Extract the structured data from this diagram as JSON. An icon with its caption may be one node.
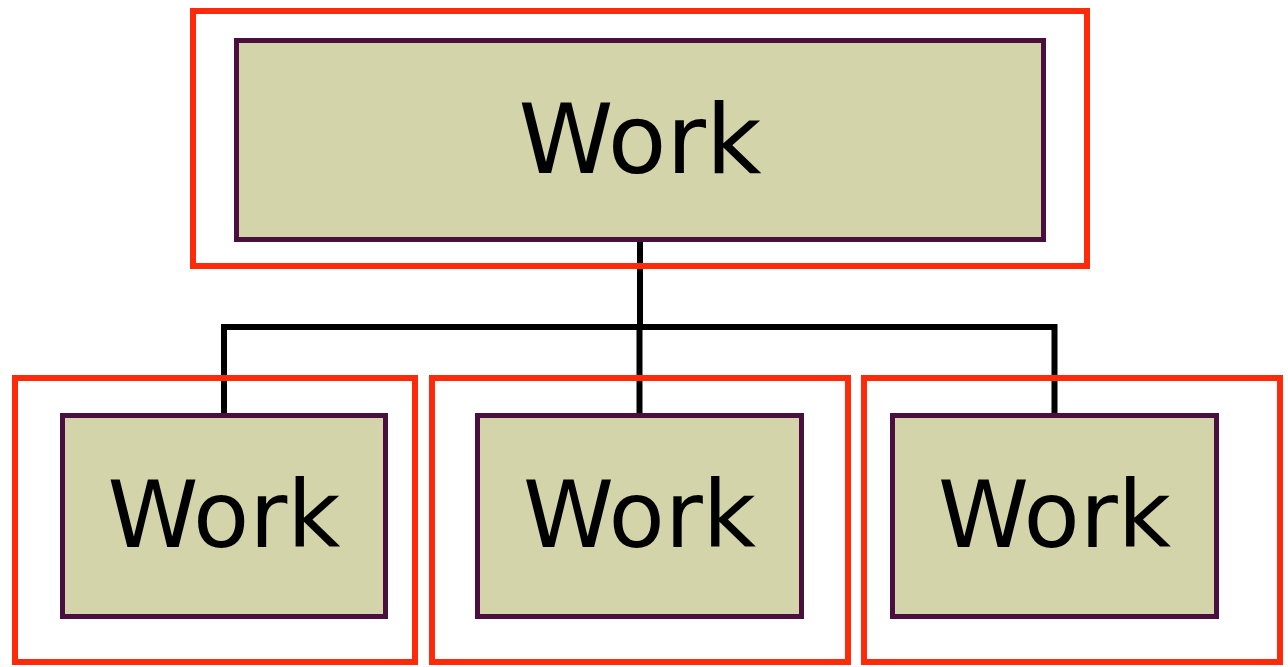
{
  "diagram": {
    "nodes": [
      {
        "text": [],
        "shape": "box"
      },
      {
        "text": [
          "Work"
        ],
        "in": 0
      },
      {
        "text": [],
        "shape": "box"
      },
      {
        "text": [
          "Work"
        ],
        "in": 2
      },
      {
        "text": [],
        "shape": "box"
      },
      {
        "text": [
          "Work"
        ],
        "in": 4
      },
      {
        "text": [],
        "shape": "box"
      },
      {
        "text": [
          "Work"
        ],
        "in": 6
      }
    ],
    "edges": [
      {
        "from": 1,
        "to": 3,
        "arrow": "none"
      },
      {
        "from": 1,
        "to": 5,
        "arrow": "none"
      },
      {
        "from": 1,
        "to": 7,
        "arrow": "none"
      }
    ]
  }
}
